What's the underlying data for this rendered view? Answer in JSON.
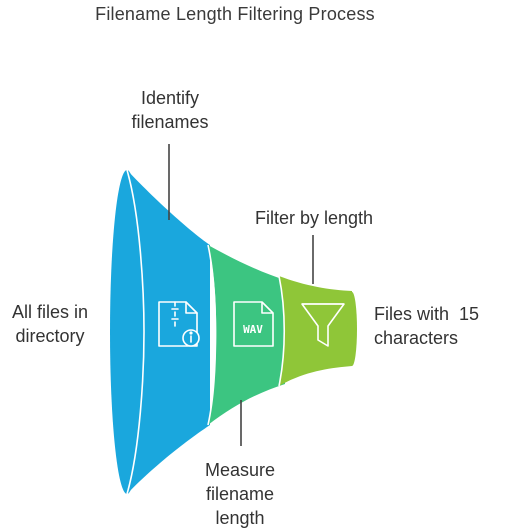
{
  "title": "Filename Length Filtering Process",
  "input_label": "All files in\ndirectory",
  "output_label": "Files with  15\ncharacters",
  "stages": [
    {
      "label": "Identify\nfilenames",
      "color": "#1aa7dd",
      "icon": "file-info-icon"
    },
    {
      "label": "Measure\nfilename\nlength",
      "color": "#3cc581",
      "icon": "wav-file-icon",
      "icon_text": "WAV"
    },
    {
      "label": "Filter by length",
      "color": "#8fc638",
      "icon": "funnel-filter-icon"
    }
  ],
  "connector_color": "#444444"
}
